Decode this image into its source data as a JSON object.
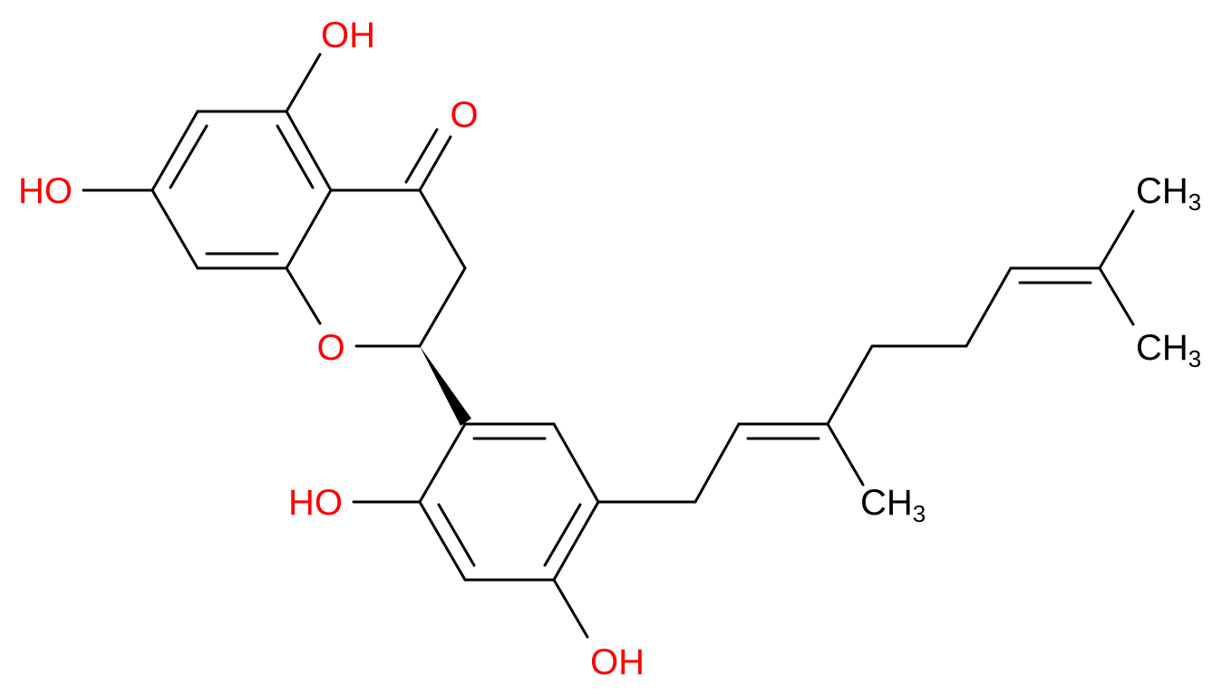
{
  "colors": {
    "background": "#ffffff",
    "bond": "#000000",
    "oxygen": "#ff0000",
    "carbon_label": "#000000"
  },
  "labels": {
    "oh_top": "OH",
    "ho_left": "HO",
    "o_ketone": "O",
    "o_ring": "O",
    "ho_mid": "HO",
    "oh_bottom": "OH",
    "ch3_chain_base": "CH",
    "ch3_chain_sub": "3",
    "ch3_top_base": "CH",
    "ch3_top_sub": "3",
    "ch3_right_base": "CH",
    "ch3_right_sub": "3"
  }
}
